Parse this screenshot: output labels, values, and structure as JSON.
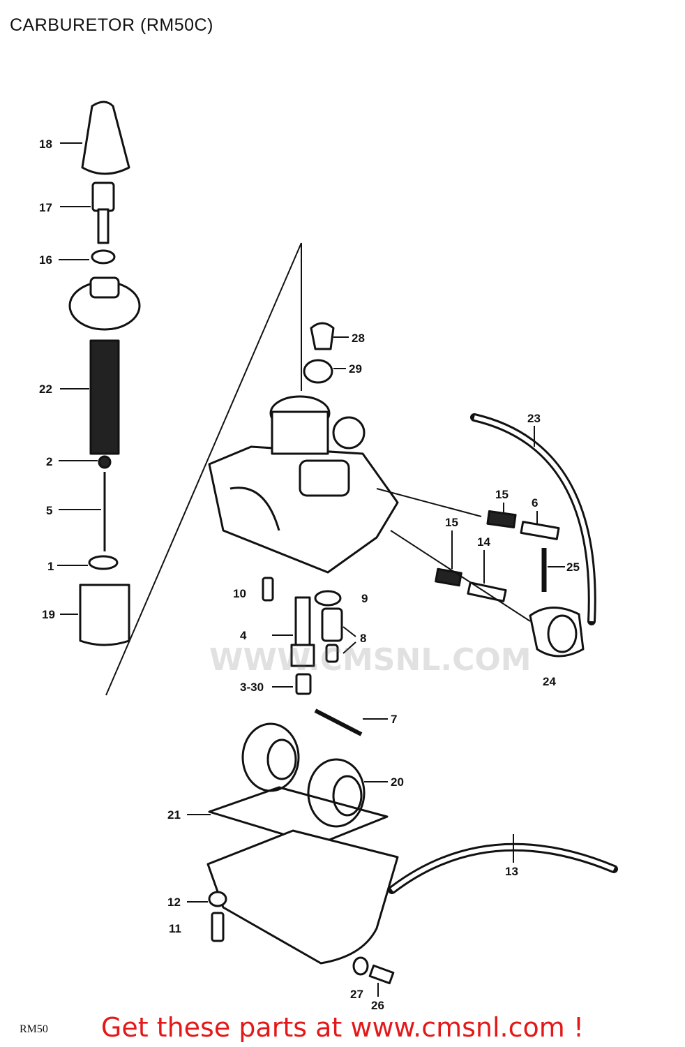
{
  "title": "CARBURETOR (RM50C)",
  "model_code": "RM50",
  "watermark": "WWW.CMSNL.COM",
  "footer": "Get these parts at www.cmsnl.com !",
  "colors": {
    "footer": "#e41818",
    "ink": "#111111"
  },
  "callouts": [
    {
      "id": "c18",
      "text": "18"
    },
    {
      "id": "c17",
      "text": "17"
    },
    {
      "id": "c16",
      "text": "16"
    },
    {
      "id": "c22",
      "text": "22"
    },
    {
      "id": "c2",
      "text": "2"
    },
    {
      "id": "c5",
      "text": "5"
    },
    {
      "id": "c1",
      "text": "1"
    },
    {
      "id": "c19",
      "text": "19"
    },
    {
      "id": "c28",
      "text": "28"
    },
    {
      "id": "c29",
      "text": "29"
    },
    {
      "id": "c23",
      "text": "23"
    },
    {
      "id": "c15a",
      "text": "15"
    },
    {
      "id": "c6",
      "text": "6"
    },
    {
      "id": "c15b",
      "text": "15"
    },
    {
      "id": "c14",
      "text": "14"
    },
    {
      "id": "c25",
      "text": "25"
    },
    {
      "id": "c10",
      "text": "10"
    },
    {
      "id": "c9",
      "text": "9"
    },
    {
      "id": "c4",
      "text": "4"
    },
    {
      "id": "c8",
      "text": "8"
    },
    {
      "id": "c24",
      "text": "24"
    },
    {
      "id": "c330",
      "text": "3-30"
    },
    {
      "id": "c7",
      "text": "7"
    },
    {
      "id": "c20",
      "text": "20"
    },
    {
      "id": "c21",
      "text": "21"
    },
    {
      "id": "c13",
      "text": "13"
    },
    {
      "id": "c12",
      "text": "12"
    },
    {
      "id": "c11",
      "text": "11"
    },
    {
      "id": "c27",
      "text": "27"
    },
    {
      "id": "c26",
      "text": "26"
    }
  ]
}
